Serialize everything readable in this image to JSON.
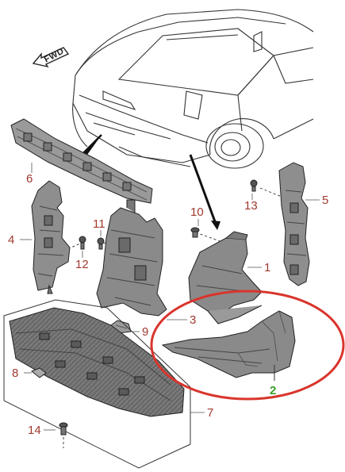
{
  "direction_label": "FWD",
  "highlight_color": "#d9352c",
  "label_color": "#a0392f",
  "highlight_label_color": "#3aa02a",
  "callouts": {
    "p1": "1",
    "p2": "2",
    "p3": "3",
    "p4": "4",
    "p5": "5",
    "p6": "6",
    "p7": "7",
    "p8": "8",
    "p9": "9",
    "p10": "10",
    "p11": "11",
    "p12": "12",
    "p13": "13",
    "p14": "14"
  }
}
